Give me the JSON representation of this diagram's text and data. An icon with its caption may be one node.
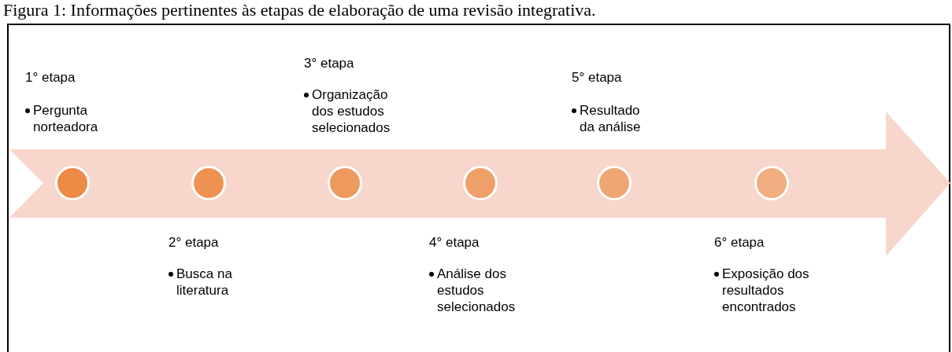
{
  "diagram": {
    "title": "Figura 1: Informações pertinentes às etapas de elaboração de uma revisão integrativa.",
    "nodes": [
      {
        "text": [],
        "shape": "circle",
        "beside": [
          "1° etapa",
          "Pergunta norteadora"
        ]
      },
      {
        "text": [],
        "shape": "circle",
        "beside": [
          "2° etapa",
          "Busca na literatura"
        ]
      },
      {
        "text": [],
        "shape": "circle",
        "beside": [
          "3° etapa",
          "Organização dos estudos selecionados"
        ]
      },
      {
        "text": [],
        "shape": "circle",
        "beside": [
          "4° etapa",
          "Análise dos estudos selecionados"
        ]
      },
      {
        "text": [],
        "shape": "circle",
        "beside": [
          "5° etapa",
          "Resultado da análise"
        ]
      },
      {
        "text": [],
        "shape": "circle",
        "beside": [
          "6° etapa",
          "Exposição dos resultados encontrados"
        ]
      }
    ],
    "edges": []
  }
}
